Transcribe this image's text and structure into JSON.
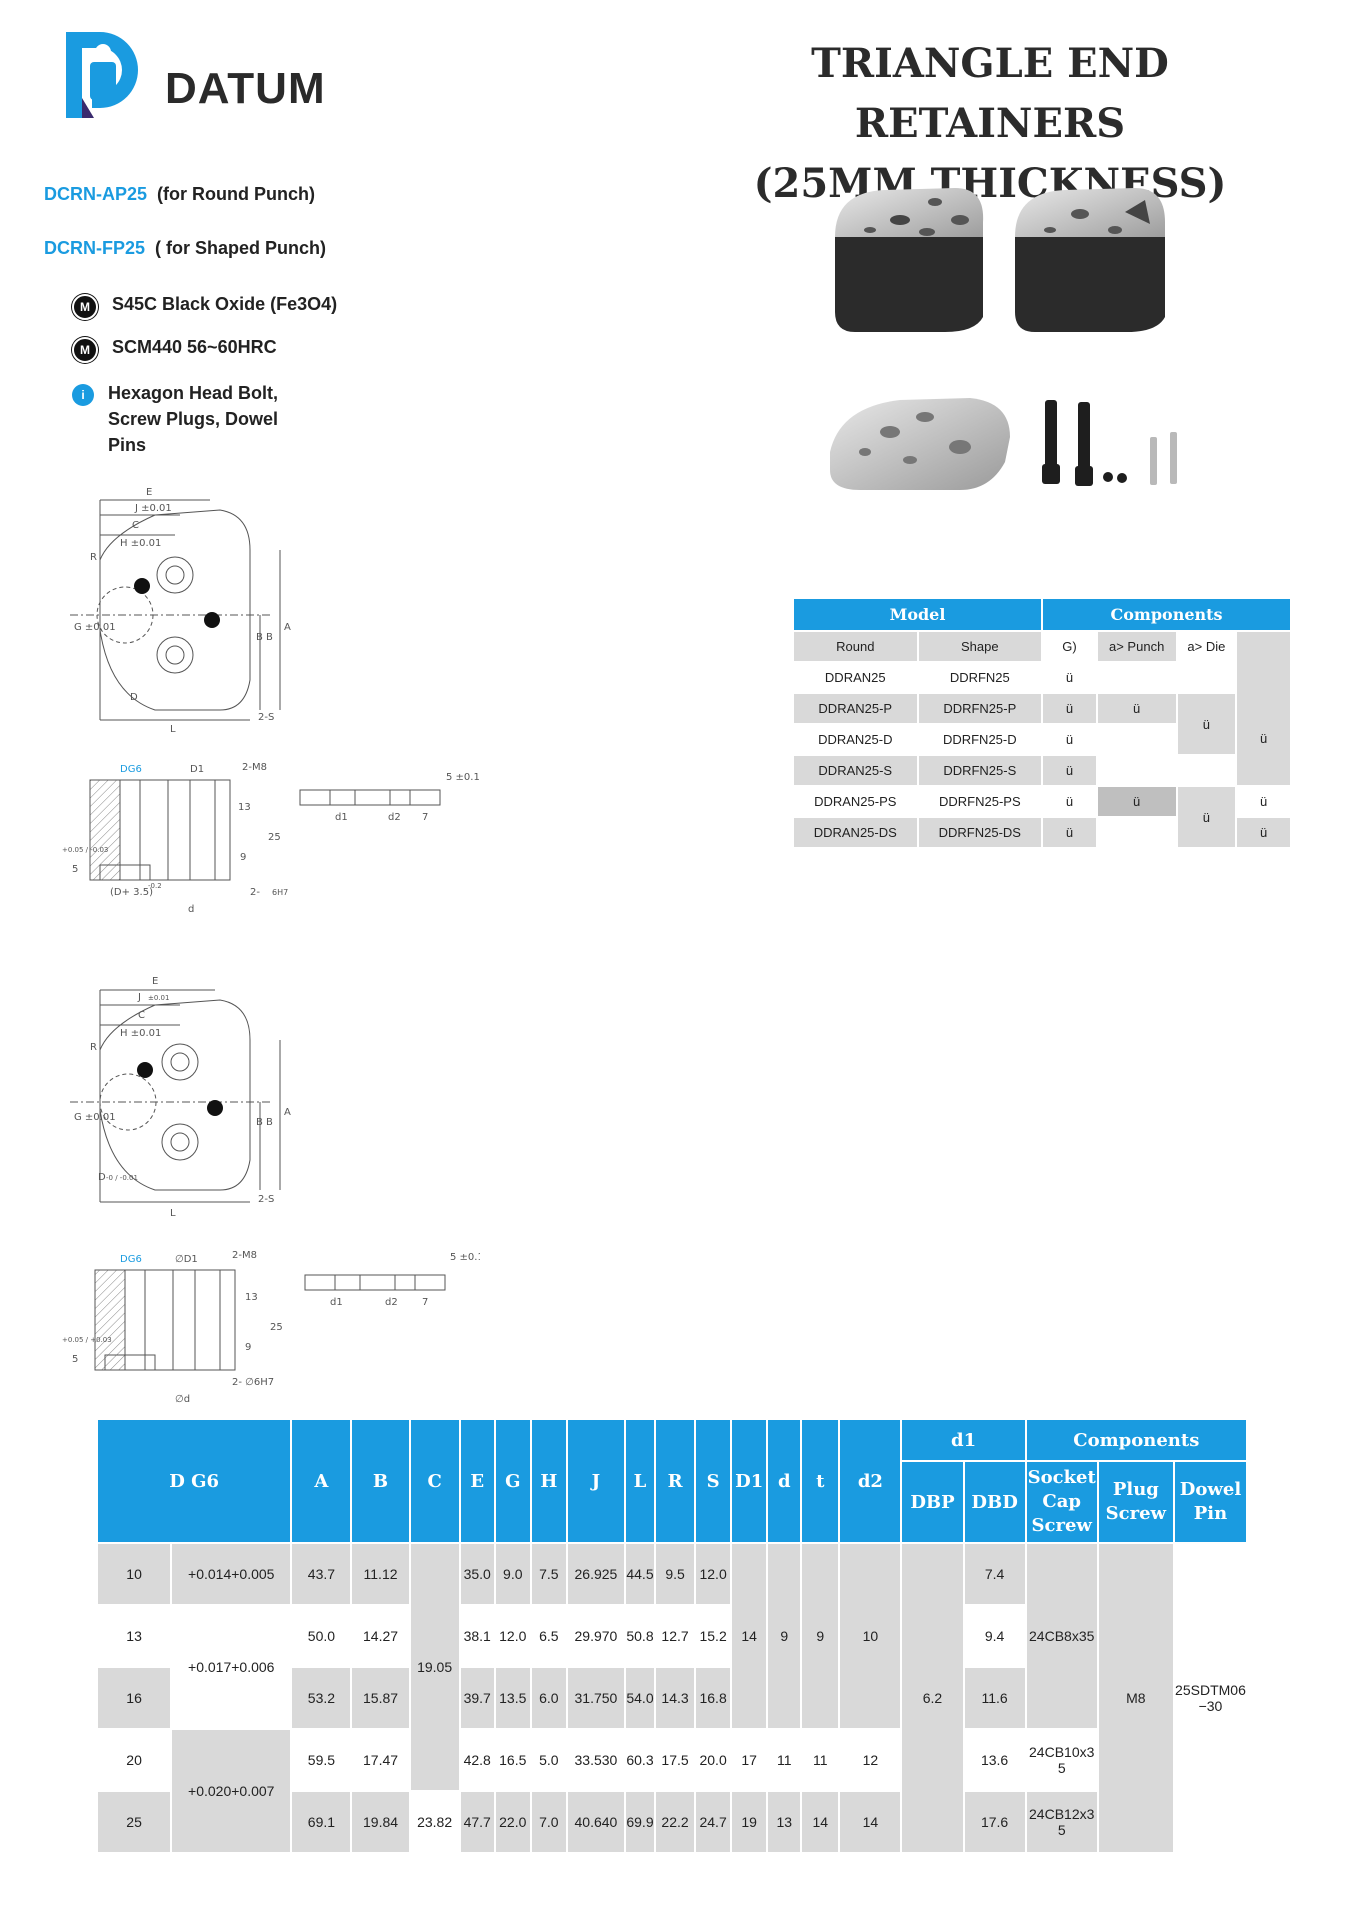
{
  "brand": {
    "name": "DATUM"
  },
  "title": {
    "line1": "TRIANGLE END RETAINERS",
    "line2": "(25MM THICKNESS)"
  },
  "models": [
    {
      "code": "DCRN-AP25",
      "desc": "(for Round Punch)"
    },
    {
      "code": "DCRN-FP25",
      "desc": "( for Shaped Punch)"
    }
  ],
  "specs": [
    {
      "icon": "M",
      "text": "S45C Black Oxide (Fe3O4)"
    },
    {
      "icon": "M",
      "text": "SCM440  56~60HRC"
    },
    {
      "icon": "i",
      "text": "Hexagon Head Bolt, Screw Plugs, Dowel Pins"
    }
  ],
  "colors": {
    "accent": "#1a9be0",
    "cell_gray": "#d9d9d9",
    "cell_dark_gray": "#bfbfbf"
  },
  "drawing1": {
    "top": {
      "E": "E",
      "J": "J ±0.01",
      "C": "C",
      "H": "H ±0.01",
      "G": "G ±0.01",
      "R": "R",
      "B": "B B",
      "A": "A",
      "L": "L",
      "S": "2-S",
      "D": "D"
    },
    "section": {
      "DG6": "DG6",
      "D1": "D1",
      "M8": "2-M8",
      "h13": "13",
      "h25": "25",
      "h9": "9",
      "h5": "5",
      "h5tol": "+0.05 / -0.03",
      "D35": "(D+ 3.5)",
      "Dtol": "-0.2",
      "d": "d",
      "pin": "2-",
      "pinsize": "6H7"
    },
    "plug": {
      "d1": "d1",
      "d2": "d2",
      "n7": "7",
      "t": "5 ±0.1"
    }
  },
  "drawing2": {
    "top": {
      "E": "E",
      "J": "J",
      "Jtol": "±0.01",
      "C": "C",
      "H": "H ±0.01",
      "G": "G ±0.01",
      "R": "R",
      "B": "B B",
      "A": "A",
      "L": "L",
      "S": "2-S",
      "D": "D",
      "Dtol": "-0 / -0.01"
    },
    "section": {
      "DG6": "DG6",
      "D1": "∅D1",
      "M8": "2-M8",
      "h13": "13",
      "h25": "25",
      "h9": "9",
      "h5": "5",
      "h5tol": "+0.05 / +0.03",
      "pin": "2- ∅6H7",
      "d": "∅d"
    },
    "plug": {
      "d1": "d1",
      "d2": "d2",
      "n7": "7",
      "t": "5 ±0.1"
    }
  },
  "components_table": {
    "headers": {
      "model": "Model",
      "components": "Components"
    },
    "subheaders": [
      "Round",
      "Shape",
      "G)",
      "a> Punch",
      "a> Die"
    ],
    "rows": [
      {
        "round": "DDRAN25",
        "shape": "DDRFN25",
        "g": "ü"
      },
      {
        "round": "DDRAN25-P",
        "shape": "DDRFN25-P",
        "g": "ü",
        "punch": "ü"
      },
      {
        "round": "DDRAN25-D",
        "shape": "DDRFN25-D",
        "g": "ü"
      },
      {
        "round": "DDRAN25-S",
        "shape": "DDRFN25-S",
        "g": "ü"
      },
      {
        "round": "DDRAN25-PS",
        "shape": "DDRFN25-PS",
        "g": "ü",
        "punch": "ü",
        "extra": "ü"
      },
      {
        "round": "DDRAN25-DS",
        "shape": "DDRFN25-DS",
        "g": "ü",
        "extra": "ü"
      }
    ],
    "merged": {
      "die_rows_2_3": "ü",
      "die_rows_5_6": "ü",
      "last_col_rows_1_4": "ü"
    }
  },
  "main_table": {
    "headers": {
      "dg6": "D G6",
      "A": "A",
      "B": "B",
      "C": "C",
      "E": "E",
      "G": "G",
      "H": "H",
      "J": "J",
      "L": "L",
      "R": "R",
      "S": "S",
      "D1": "D1",
      "d": "d",
      "t": "t",
      "d2": "d2",
      "d1": "d1",
      "DBP": "DBP",
      "DBD": "DBD",
      "components": "Components",
      "socket": "Socket Cap Screw",
      "plug": "Plug Screw",
      "dowel": "Dowel Pin"
    },
    "rows": [
      {
        "D": "10",
        "A": "43.7",
        "B": "11.12",
        "E": "35.0",
        "G": "9.0",
        "H": "7.5",
        "J": "26.925",
        "L": "44.5",
        "R": "9.5",
        "S": "12.0",
        "DBD": "7.4"
      },
      {
        "D": "13",
        "A": "50.0",
        "B": "14.27",
        "E": "38.1",
        "G": "12.0",
        "H": "6.5",
        "J": "29.970",
        "L": "50.8",
        "R": "12.7",
        "S": "15.2",
        "DBD": "9.4"
      },
      {
        "D": "16",
        "A": "53.2",
        "B": "15.87",
        "E": "39.7",
        "G": "13.5",
        "H": "6.0",
        "J": "31.750",
        "L": "54.0",
        "R": "14.3",
        "S": "16.8",
        "DBD": "11.6"
      },
      {
        "D": "20",
        "A": "59.5",
        "B": "17.47",
        "E": "42.8",
        "G": "16.5",
        "H": "5.0",
        "J": "33.530",
        "L": "60.3",
        "R": "17.5",
        "S": "20.0",
        "D1": "17",
        "d": "11",
        "t": "11",
        "d2": "12",
        "DBD": "13.6",
        "socket": "24CB10x3 5"
      },
      {
        "D": "25",
        "A": "69.1",
        "B": "19.84",
        "C": "23.82",
        "E": "47.7",
        "G": "22.0",
        "H": "7.0",
        "J": "40.640",
        "L": "69.9",
        "R": "22.2",
        "S": "24.7",
        "D1": "19",
        "d": "13",
        "t": "14",
        "d2": "14",
        "DBD": "17.6",
        "socket": "24CB12x3 5"
      }
    ],
    "merged": {
      "tol_10": "+0.014+0.005",
      "tol_13_16": "+0.017+0.006",
      "tol_20_25": "+0.020+0.007",
      "C_10_20": "19.05",
      "D1_10_16": "14",
      "d_10_16": "9",
      "t_10_16": "9",
      "d2_10_16": "10",
      "DBP_all": "6.2",
      "socket_10_16": "24CB8x35",
      "plug_all": "M8",
      "dowel_all": "25SDTM06 −30"
    }
  }
}
